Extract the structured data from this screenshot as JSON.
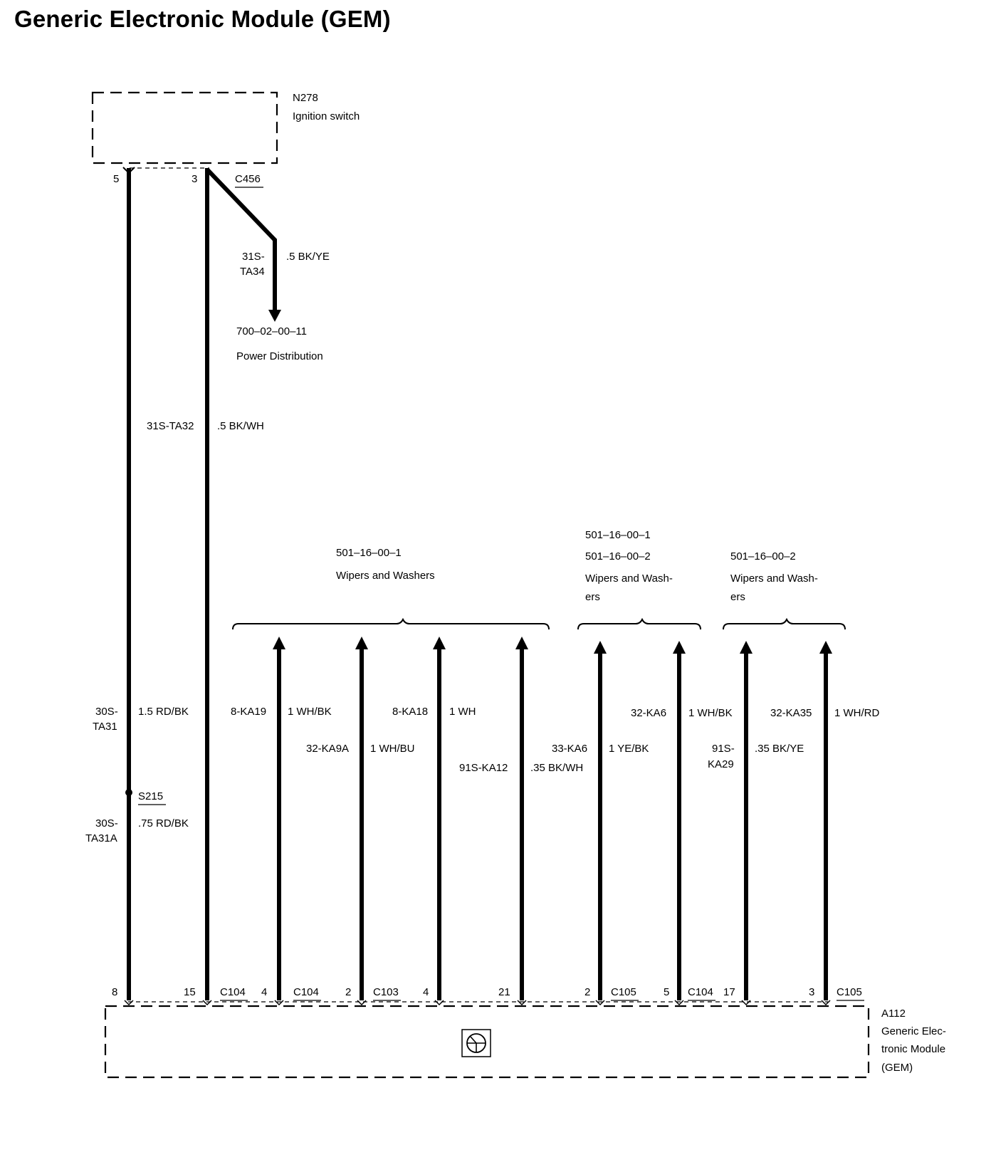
{
  "title": "Generic Electronic Module (GEM)",
  "ignition_switch": {
    "id": "N278",
    "name": "Ignition switch"
  },
  "module": {
    "id": "A112",
    "name_lines": [
      "Generic Elec-",
      "tronic Module",
      "(GEM)"
    ]
  },
  "top_connector": "C456",
  "splice": "S215",
  "power_distribution": {
    "ref": "700–02–00–11",
    "name": "Power Distribution"
  },
  "references": [
    {
      "refs": [
        "501–16–00–1"
      ],
      "name_lines": [
        "Wipers and Washers"
      ]
    },
    {
      "refs": [
        "501–16–00–1",
        "501–16–00–2"
      ],
      "name_lines": [
        "Wipers and Wash-",
        "ers"
      ]
    },
    {
      "refs": [
        "501–16–00–2"
      ],
      "name_lines": [
        "Wipers and Wash-",
        "ers"
      ]
    }
  ],
  "wires": [
    {
      "circuit_lines": [
        "31S-",
        "TA34"
      ],
      "spec": ".5 BK/YE"
    },
    {
      "circuit_lines": [
        "31S-TA32"
      ],
      "spec": ".5 BK/WH"
    },
    {
      "circuit_lines": [
        "30S-",
        "TA31"
      ],
      "spec": "1.5 RD/BK"
    },
    {
      "circuit_lines": [
        "30S-",
        "TA31A"
      ],
      "spec": ".75 RD/BK"
    },
    {
      "circuit_lines": [
        "8-KA19"
      ],
      "spec": "1 WH/BK"
    },
    {
      "circuit_lines": [
        "32-KA9A"
      ],
      "spec": "1 WH/BU"
    },
    {
      "circuit_lines": [
        "8-KA18"
      ],
      "spec": "1 WH"
    },
    {
      "circuit_lines": [
        "91S-KA12"
      ],
      "spec": ".35 BK/WH"
    },
    {
      "circuit_lines": [
        "33-KA6"
      ],
      "spec": "1 YE/BK"
    },
    {
      "circuit_lines": [
        "32-KA6"
      ],
      "spec": "1 WH/BK"
    },
    {
      "circuit_lines": [
        "91S-",
        "KA29"
      ],
      "spec": ".35 BK/YE"
    },
    {
      "circuit_lines": [
        "32-KA35"
      ],
      "spec": "1 WH/RD"
    }
  ],
  "switch_pins": [
    "5",
    "3"
  ],
  "gem_pins": [
    {
      "pin": "8",
      "connector": ""
    },
    {
      "pin": "15",
      "connector": "C104"
    },
    {
      "pin": "4",
      "connector": "C104"
    },
    {
      "pin": "2",
      "connector": "C103"
    },
    {
      "pin": "4",
      "connector": ""
    },
    {
      "pin": "21",
      "connector": ""
    },
    {
      "pin": "2",
      "connector": "C105"
    },
    {
      "pin": "5",
      "connector": "C104"
    },
    {
      "pin": "17",
      "connector": ""
    },
    {
      "pin": "3",
      "connector": "C105"
    }
  ]
}
